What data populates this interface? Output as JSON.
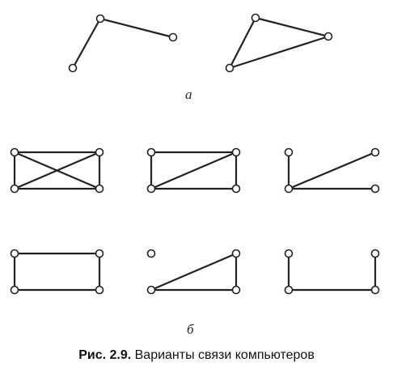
{
  "diagram": {
    "panel_a_label": "а",
    "panel_b_label": "б",
    "caption_prefix": "Рис. 2.9.",
    "caption_text": "Варианты связи компьютеров",
    "colors": {
      "line": "#222222",
      "node_fill": "#ffffff",
      "text": "#111111"
    }
  }
}
